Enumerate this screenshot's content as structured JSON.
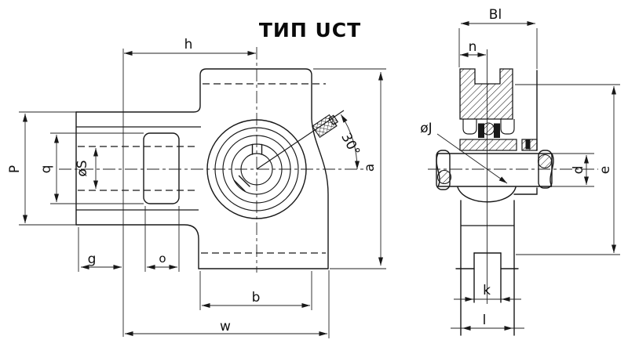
{
  "title": "ТИП UCT",
  "colors": {
    "line": "#181818",
    "background": "#ffffff"
  },
  "front_view": {
    "description": "front view of take-up bearing unit",
    "dim_labels": {
      "h": "h",
      "P": "P",
      "q": "q",
      "S": "øS",
      "g": "g",
      "o": "o",
      "b": "b",
      "w": "w",
      "a": "a",
      "angle": "30°"
    }
  },
  "side_view": {
    "description": "side cross-section of take-up bearing unit",
    "dim_labels": {
      "B1": "Bl",
      "n": "n",
      "J": "øJ",
      "d": "d",
      "e": "e",
      "k": "k",
      "l": "l"
    }
  }
}
